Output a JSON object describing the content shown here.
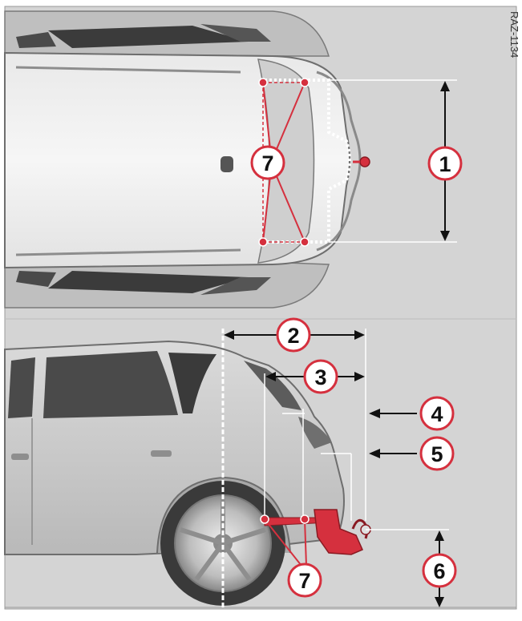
{
  "figure": {
    "reference_code": "RAZ-1134",
    "accent_color": "#d5303e",
    "background_color": "#d4d4d4",
    "callouts": {
      "c1": "1",
      "c2": "2",
      "c3": "3",
      "c4": "4",
      "c5": "5",
      "c6": "6",
      "c7_top": "7",
      "c7_side": "7"
    },
    "icons": [
      "dimension-arrow-icon",
      "mounting-point-icon",
      "ball-hitch-icon"
    ]
  }
}
